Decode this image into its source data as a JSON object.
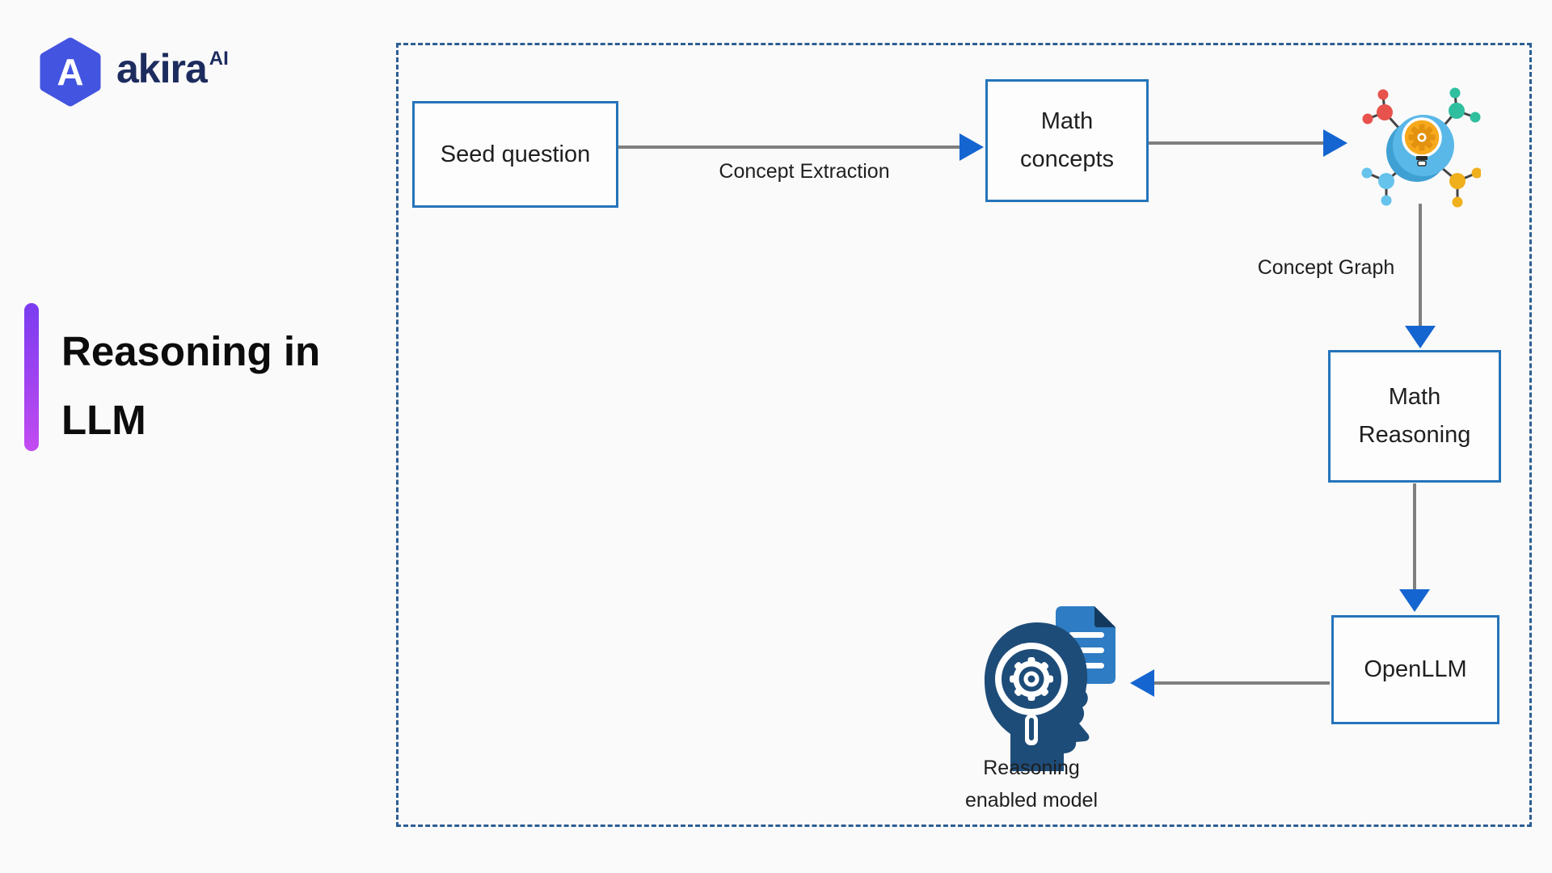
{
  "brand": {
    "wordmark": "akira",
    "superscript": "AI",
    "logo_letter": "A"
  },
  "title": {
    "line1": "Reasoning in",
    "line2": "LLM"
  },
  "diagram": {
    "nodes": {
      "seed": {
        "label": "Seed question"
      },
      "concepts": {
        "line1": "Math",
        "line2": "concepts"
      },
      "reasoning": {
        "line1": "Math",
        "line2": "Reasoning"
      },
      "openllm": {
        "label": "OpenLLM"
      }
    },
    "edge_labels": {
      "extraction": "Concept Extraction",
      "graph": "Concept Graph"
    },
    "icons": {
      "concept_graph": {
        "name": "idea-network-icon"
      },
      "reasoning_model": {
        "name": "reasoning-head-icon",
        "caption_line1": "Reasoning",
        "caption_line2": "enabled model"
      }
    }
  },
  "colors": {
    "background": "#fafafa",
    "box_border": "#2574ba",
    "dashed_border": "#2d5e93",
    "connector_gray": "#7f7f7f",
    "arrowhead_blue": "#1565d1",
    "accent_gradient_top": "#7a3cf0",
    "accent_gradient_bottom": "#c24bf0",
    "brand_navy": "#1d2c5e",
    "logo_hex": "#4354e1",
    "head_icon_navy": "#1e4c79",
    "document_blue": "#2e7cc3",
    "network_circle_blue": "#5ab8e8",
    "bulb_yellow": "#f7a91c",
    "cluster_red": "#e8524c",
    "cluster_teal": "#2fbf9f",
    "cluster_lightblue": "#66c3ec",
    "cluster_yellow": "#f0b01c"
  }
}
